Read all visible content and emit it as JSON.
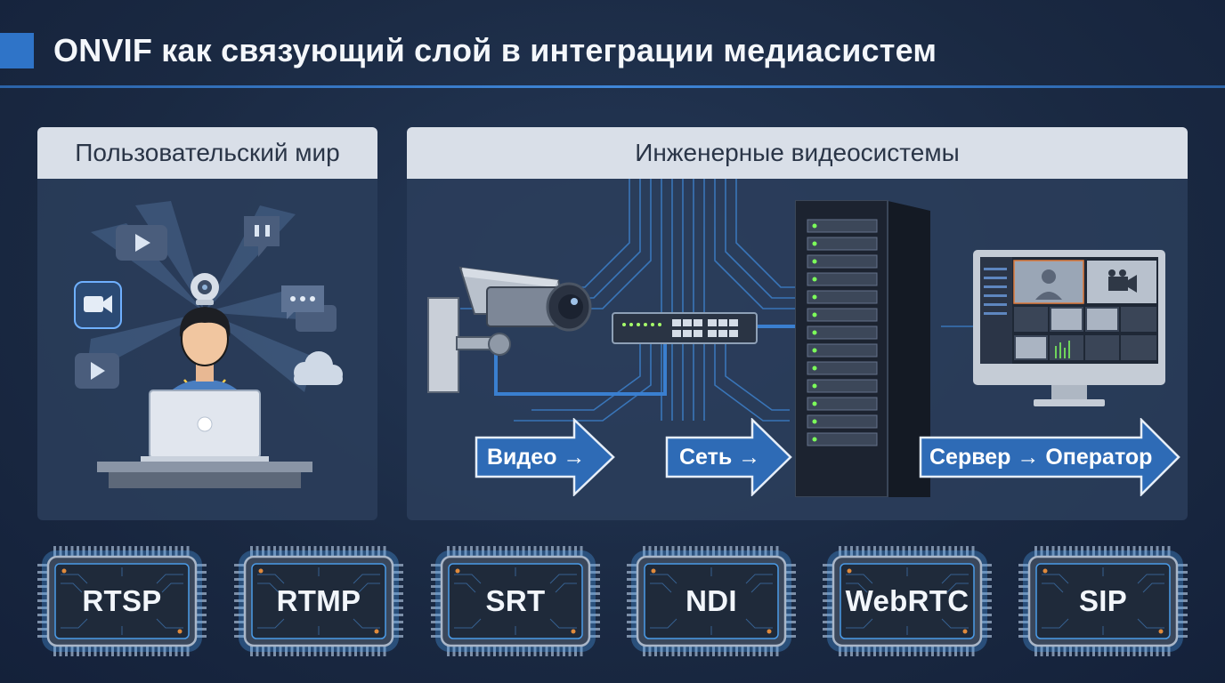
{
  "title": "ONVIF как связующий слой в интеграции медиасистем",
  "panels": {
    "user_world": {
      "header": "Пользовательский мир"
    },
    "engineering": {
      "header": "Инженерные видеосистемы"
    }
  },
  "flow_arrows": [
    {
      "label": "Видео →"
    },
    {
      "label": "Сеть →"
    },
    {
      "label": "Сервер → Оператор"
    }
  ],
  "protocols": [
    "RTSP",
    "RTMP",
    "SRT",
    "NDI",
    "WebRTC",
    "SIP"
  ],
  "colors": {
    "background": "#1a2942",
    "accent": "#2f74c8",
    "panel_header": "#d9dfe8",
    "arrow_fill": "#2e6bb6",
    "chip_glow": "#4a9be8"
  },
  "icons": [
    "video-play-icon",
    "video-camera-icon",
    "webcam-icon",
    "twitch-icon",
    "chat-bubble-icon",
    "cloud-icon",
    "cctv-camera-icon",
    "network-switch-icon",
    "server-rack-icon",
    "operator-monitor-icon"
  ]
}
